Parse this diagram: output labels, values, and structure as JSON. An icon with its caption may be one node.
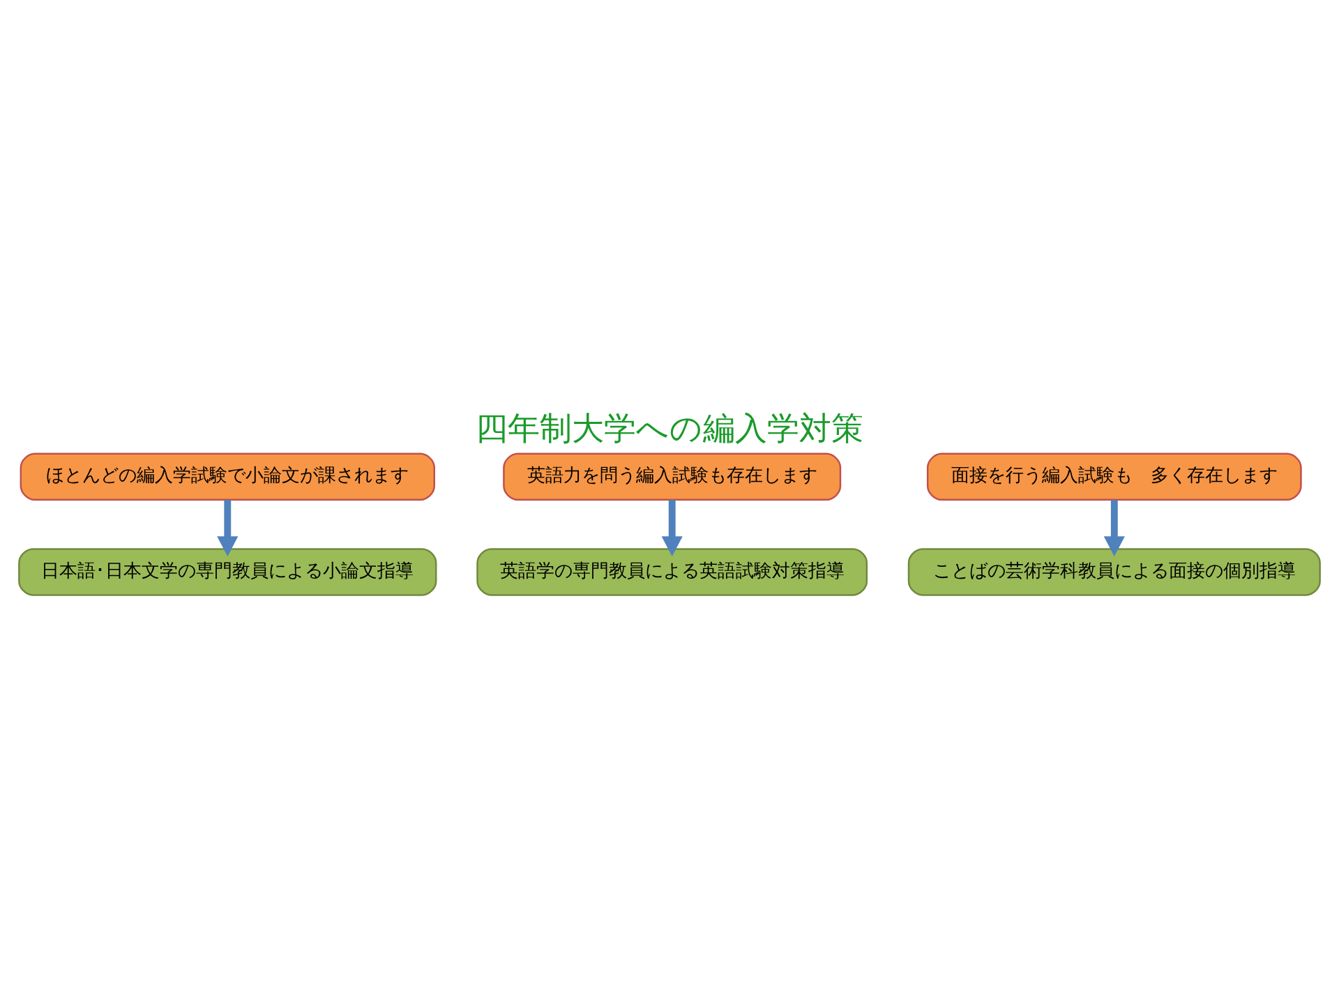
{
  "diagram": {
    "title": "四年制大学への編入学対策",
    "nodes": [
      {
        "text": [
          "ほとんどの編入学試験で小論文が課されます"
        ]
      },
      {
        "text": [
          "日本語･日本文学の専門教員による小論文指導"
        ]
      },
      {
        "text": [
          "英語力を問う編入試験も存在します"
        ]
      },
      {
        "text": [
          "英語学の専門教員による英語試験対策指導"
        ]
      },
      {
        "text": [
          "面接を行う編入試験も　多く存在します"
        ]
      },
      {
        "text": [
          "ことばの芸術学科教員による面接の個別指導"
        ]
      }
    ],
    "edges": [
      {
        "from": 0,
        "to": 1,
        "arrow": "to"
      },
      {
        "from": 2,
        "to": 3,
        "arrow": "to"
      },
      {
        "from": 4,
        "to": 5,
        "arrow": "to"
      }
    ]
  }
}
